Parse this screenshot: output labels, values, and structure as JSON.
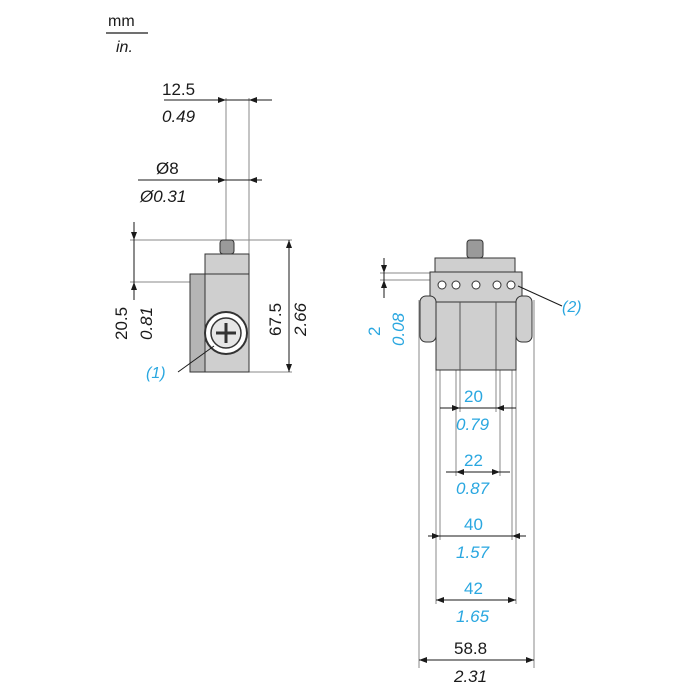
{
  "units": {
    "primary": "mm",
    "secondary": "in."
  },
  "side_view": {
    "width": {
      "mm": "12.5",
      "in": "0.49"
    },
    "plunger_diameter": {
      "mm": "Ø8",
      "in": "Ø0.31"
    },
    "plunger_height": {
      "mm": "20.5",
      "in": "0.81"
    },
    "total_height": {
      "mm": "67.5",
      "in": "2.66"
    },
    "note": "(1)"
  },
  "front_view": {
    "terminal_offset": {
      "mm": "2",
      "in": "0.08"
    },
    "dim_20": {
      "mm": "20",
      "in": "0.79"
    },
    "dim_22": {
      "mm": "22",
      "in": "0.87"
    },
    "dim_40": {
      "mm": "40",
      "in": "1.57"
    },
    "dim_42": {
      "mm": "42",
      "in": "1.65"
    },
    "dim_58_8": {
      "mm": "58.8",
      "in": "2.31"
    },
    "note": "(2)"
  }
}
